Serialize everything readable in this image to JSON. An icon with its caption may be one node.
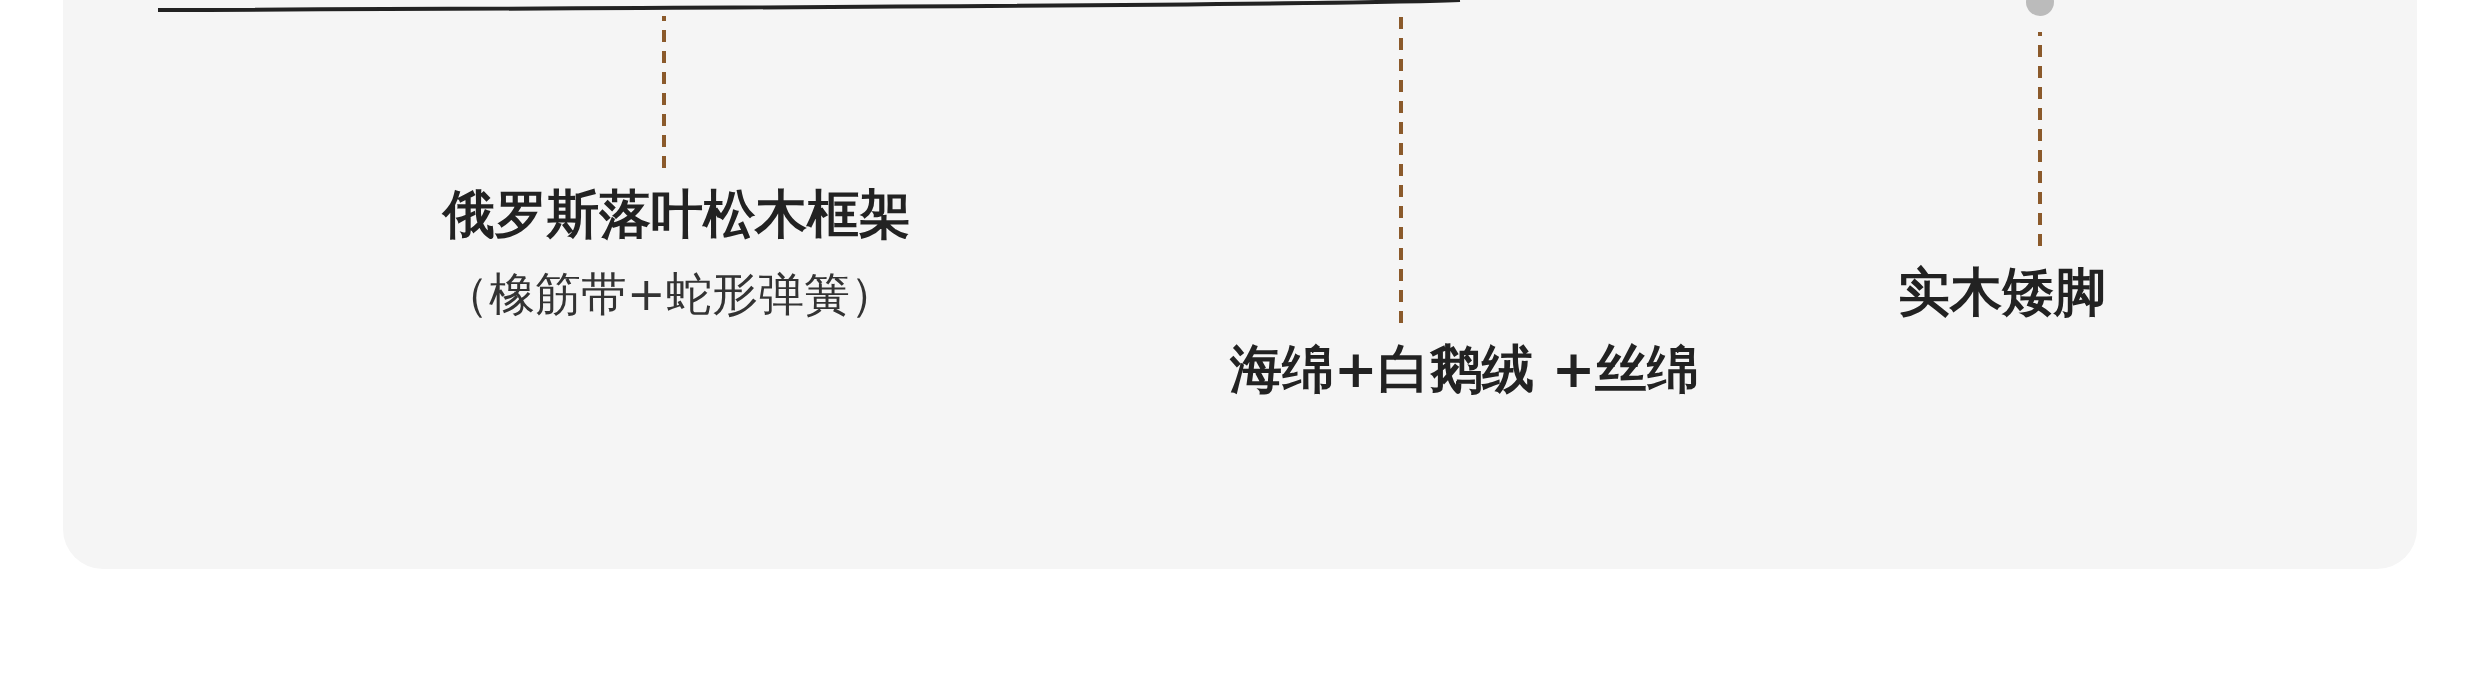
{
  "diagram": {
    "nodes": [
      {
        "text": [
          "俄罗斯落叶松木框架",
          "（橡筋带+蛇形弹簧）"
        ]
      },
      {
        "text": [
          "海绵+白鹅绒 +丝绵"
        ]
      },
      {
        "text": [
          "实木矮脚"
        ]
      }
    ],
    "edges": [
      {
        "from": 0,
        "to": null,
        "arrow": "none",
        "style": "dashed"
      },
      {
        "from": 1,
        "to": null,
        "arrow": "none",
        "style": "dashed"
      },
      {
        "from": 2,
        "to": null,
        "arrow": "none",
        "style": "dashed"
      }
    ]
  }
}
